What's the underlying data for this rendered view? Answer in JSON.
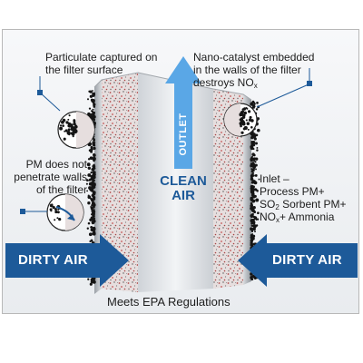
{
  "labels": {
    "particulate_line1": "Particulate captured on",
    "particulate_line2": "the filter surface",
    "nano_line1": "Nano-catalyst embedded",
    "nano_line2": "in the walls of the filter",
    "nano_line3_prefix": "destroys NO",
    "nano_line3_sub": "x",
    "pm_line1": "PM does not",
    "pm_line2": "penetrate walls",
    "pm_line3": "of the filter",
    "inlet_line1": "Inlet –",
    "inlet_line2": "Process PM+",
    "inlet_line3_prefix": "SO",
    "inlet_line3_sub": "2",
    "inlet_line3_suffix": " Sorbent PM+",
    "inlet_line4_prefix": "NO",
    "inlet_line4_sub": "x",
    "inlet_line4_suffix": "+ Ammonia",
    "outlet": "OUTLET",
    "clean_line1": "CLEAN",
    "clean_line2": "AIR",
    "dirty_left": "DIRTY AIR",
    "dirty_right": "DIRTY AIR",
    "footer": "Meets EPA Regulations"
  },
  "colors": {
    "arrow_blue": "#1d5a99",
    "outlet_blue": "#5aa7e6",
    "text_dark": "#1d1d1d",
    "pointer_blue": "#1d5a99"
  },
  "icons": {
    "magnifier_left_top": "particle-cake-magnifier-icon",
    "magnifier_left_bottom": "wall-blocking-magnifier-icon",
    "magnifier_right": "catalyst-wall-magnifier-icon"
  }
}
